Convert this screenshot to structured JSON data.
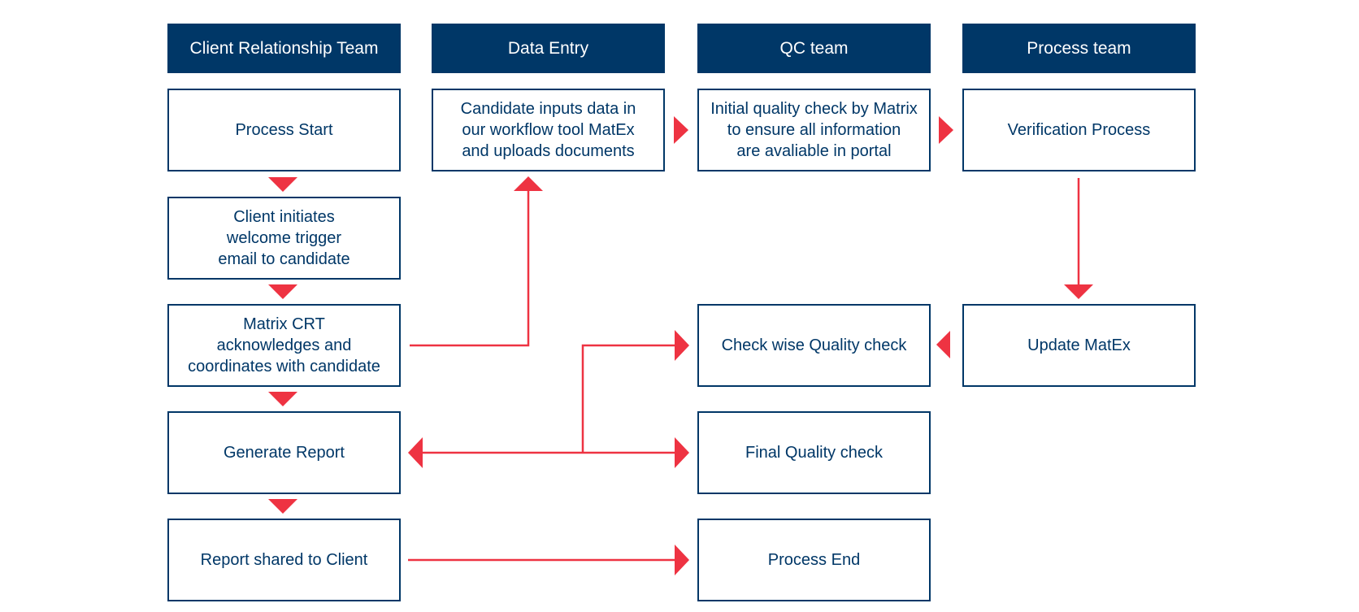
{
  "diagram": {
    "colors": {
      "header_bg": "#003767",
      "header_text": "#ffffff",
      "box_border": "#003767",
      "box_text": "#003767",
      "arrow": "#EE3342"
    },
    "lanes": [
      {
        "id": "crt",
        "label": "Client Relationship Team"
      },
      {
        "id": "data-entry",
        "label": "Data Entry"
      },
      {
        "id": "qc",
        "label": "QC team"
      },
      {
        "id": "process",
        "label": "Process team"
      }
    ],
    "nodes": [
      {
        "id": "process-start",
        "text": "Process Start"
      },
      {
        "id": "client-initiates",
        "text": "Client initiates\nwelcome trigger\nemail to candidate"
      },
      {
        "id": "crt-acknowledges",
        "text": "Matrix CRT\nacknowledges and\ncoordinates with candidate"
      },
      {
        "id": "generate-report",
        "text": "Generate Report"
      },
      {
        "id": "report-shared",
        "text": "Report shared to Client"
      },
      {
        "id": "candidate-inputs",
        "text": "Candidate inputs data in\nour workflow tool MatEx\nand uploads documents"
      },
      {
        "id": "initial-qc",
        "text": "Initial quality check by Matrix\nto ensure all information\nare avaliable in portal"
      },
      {
        "id": "check-wise-qc",
        "text": "Check wise Quality check"
      },
      {
        "id": "final-qc",
        "text": "Final Quality check"
      },
      {
        "id": "process-end",
        "text": "Process End"
      },
      {
        "id": "verification",
        "text": "Verification Process"
      },
      {
        "id": "update-matex",
        "text": "Update MatEx"
      }
    ],
    "edges": [
      {
        "from": "process-start",
        "to": "client-initiates"
      },
      {
        "from": "client-initiates",
        "to": "crt-acknowledges"
      },
      {
        "from": "crt-acknowledges",
        "to": "generate-report"
      },
      {
        "from": "generate-report",
        "to": "report-shared"
      },
      {
        "from": "crt-acknowledges",
        "to": "candidate-inputs"
      },
      {
        "from": "candidate-inputs",
        "to": "initial-qc"
      },
      {
        "from": "initial-qc",
        "to": "verification"
      },
      {
        "from": "verification",
        "to": "update-matex"
      },
      {
        "from": "update-matex",
        "to": "check-wise-qc"
      },
      {
        "from": "final-qc",
        "to": "generate-report"
      },
      {
        "from": "final-qc",
        "to": "check-wise-qc"
      },
      {
        "from": "generate-report",
        "to": "final-qc"
      },
      {
        "from": "report-shared",
        "to": "process-end"
      }
    ]
  }
}
